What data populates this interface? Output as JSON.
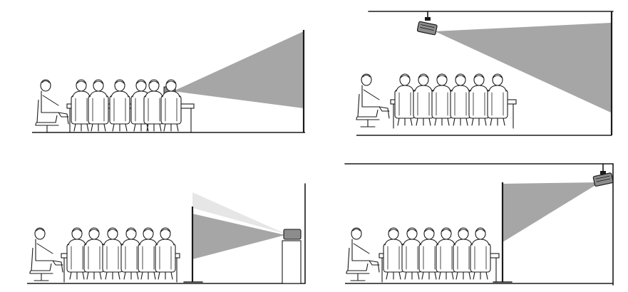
{
  "figure": {
    "panels": [
      {
        "id": "front-table",
        "mount": "table",
        "projection": "front"
      },
      {
        "id": "front-ceiling",
        "mount": "ceiling",
        "projection": "front"
      },
      {
        "id": "rear-table",
        "mount": "table",
        "projection": "rear"
      },
      {
        "id": "rear-ceiling",
        "mount": "ceiling",
        "projection": "rear"
      }
    ],
    "colors": {
      "line": "#1a1a1a",
      "beam": "#a6a6a6",
      "beam_light": "#e6e6e6",
      "projector": "#8c8c8c",
      "background": "#ffffff"
    },
    "icons": [
      "projector-icon",
      "screen-icon",
      "audience-icon",
      "table-icon"
    ]
  }
}
